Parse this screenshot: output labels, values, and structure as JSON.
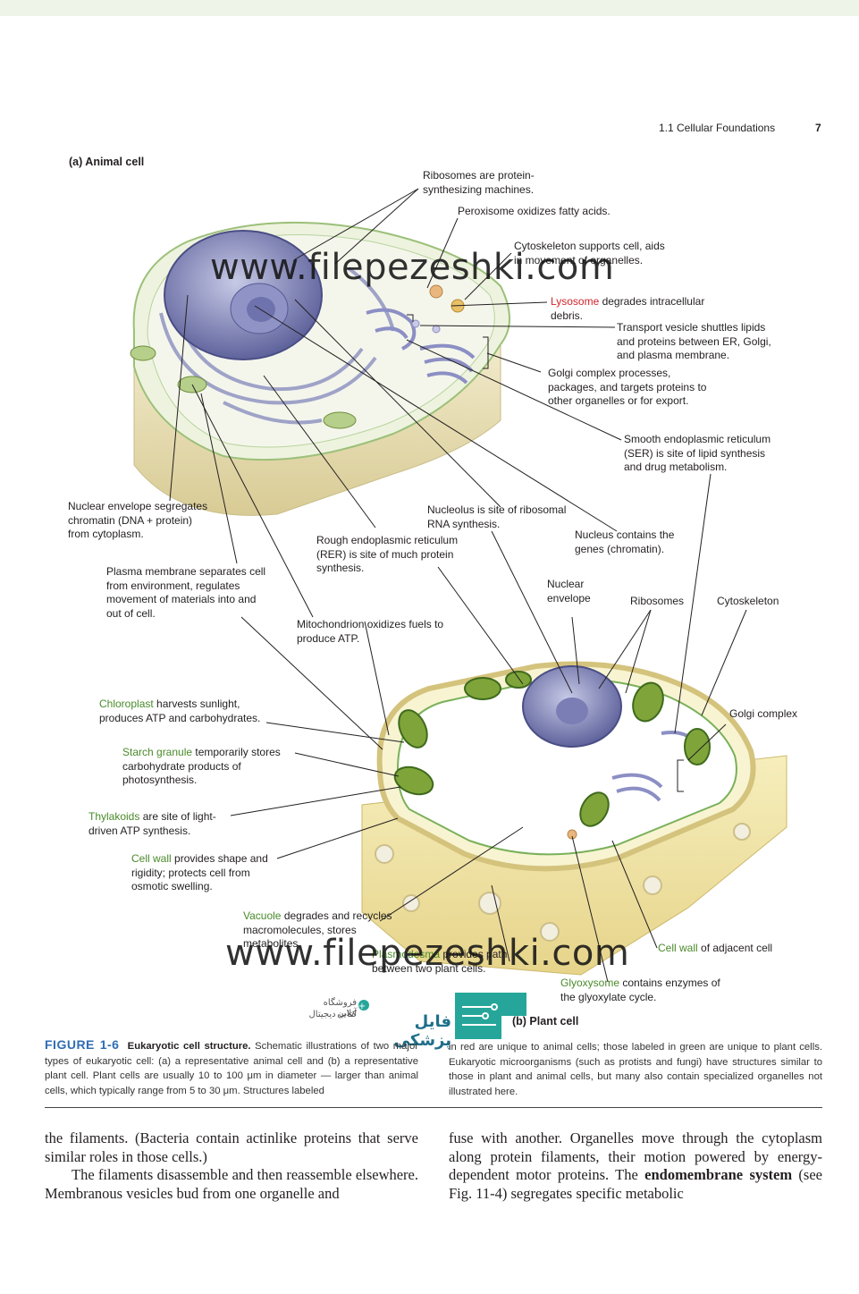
{
  "header": {
    "running_head": "1.1  Cellular Foundations",
    "page_number": "7"
  },
  "panels": {
    "animal": "(a) Animal cell",
    "plant": "(b) Plant cell"
  },
  "animal_labels": {
    "ribosomes": "Ribosomes are protein-\nsynthesizing machines.",
    "peroxisome": "Peroxisome oxidizes fatty acids.",
    "cytoskeleton": "Cytoskeleton supports cell, aids\nin movement of organelles.",
    "lysosome_term": "Lysosome",
    "lysosome_rest": " degrades intracellular\ndebris.",
    "transport_vesicle": "Transport vesicle shuttles lipids\nand proteins between ER, Golgi,\nand plasma membrane.",
    "golgi": "Golgi complex processes,\npackages, and targets proteins to\nother organelles or for export.",
    "ser": "Smooth endoplasmic reticulum\n(SER) is site of lipid synthesis\nand drug metabolism.",
    "nuclear_envelope": "Nuclear envelope segregates\nchromatin (DNA + protein)\nfrom cytoplasm.",
    "nucleolus": "Nucleolus is site of ribosomal\nRNA synthesis.",
    "rer": "Rough endoplasmic reticulum\n(RER) is site of much protein\nsynthesis.",
    "nucleus": "Nucleus contains the\ngenes (chromatin).",
    "plasma_membrane": "Plasma membrane separates cell\nfrom environment, regulates\nmovement of materials into and\nout of cell.",
    "mitochondrion": "Mitochondrion oxidizes fuels to\nproduce ATP."
  },
  "plant_labels": {
    "nuclear_envelope": "Nuclear\nenvelope",
    "ribosomes": "Ribosomes",
    "cytoskeleton": "Cytoskeleton",
    "golgi": "Golgi complex",
    "chloroplast_term": "Chloroplast",
    "chloroplast_rest": " harvests sunlight,\nproduces ATP and carbohydrates.",
    "starch_term": "Starch granule",
    "starch_rest": " temporarily stores\ncarbohydrate products of\nphotosynthesis.",
    "thylakoids_term": "Thylakoids",
    "thylakoids_rest": " are site of light-\ndriven ATP synthesis.",
    "cellwall_term": "Cell wall",
    "cellwall_rest": " provides shape and\nrigidity; protects cell from\nosmotic swelling.",
    "vacuole_term": "Vacuole",
    "vacuole_rest": " degrades and recycles\nmacromolecules, stores\nmetabolites.",
    "plasmodesma_term": "Plasmodesma",
    "plasmodesma_rest": " provides path\nbetween two plant cells.",
    "adjacent_wall_term": "Cell wall",
    "adjacent_wall_rest": " of adjacent cell",
    "glyoxysome_term": "Glyoxysome",
    "glyoxysome_rest": " contains enzymes of\nthe glyoxylate cycle."
  },
  "watermark": "www.filepezeshki.com",
  "logo": {
    "line1": "فروشگاه آنلاین",
    "line2": "کتاب دیجیتال",
    "brand": "فایل پزشکی"
  },
  "caption": {
    "figure_label": "FIGURE 1-6",
    "title": "Eukaryotic cell structure.",
    "left_text": "Schematic illustrations of two major types of eukaryotic cell: (a) a representative animal cell and (b) a representative plant cell. Plant cells are usually 10 to 100 μm in diameter — larger than animal cells, which typically range from 5 to 30 μm. Structures labeled",
    "right_text": "in red are unique to animal cells; those labeled in green are unique to plant cells. Eukaryotic microorganisms (such as protists and fungi) have structures similar to those in plant and animal cells, but many also contain specialized organelles not illustrated here."
  },
  "body_text": {
    "left_p1": "the filaments. (Bacteria contain actinlike proteins that serve similar roles in those cells.)",
    "left_p2": "The filaments disassemble and then reassemble elsewhere. Membranous vesicles bud from one organelle and",
    "right_pre": "fuse with another. Organelles move through the cytoplasm along protein filaments, their motion powered by energy-dependent motor proteins. The ",
    "right_bold": "endomembrane system",
    "right_post": " (see Fig. 11-4) segregates specific metabolic"
  },
  "colors": {
    "figure_blue": "#2f6db5",
    "animal_red": "#d2232a",
    "plant_green": "#4a8a2a",
    "cell_base": "#e9e0b8"
  }
}
